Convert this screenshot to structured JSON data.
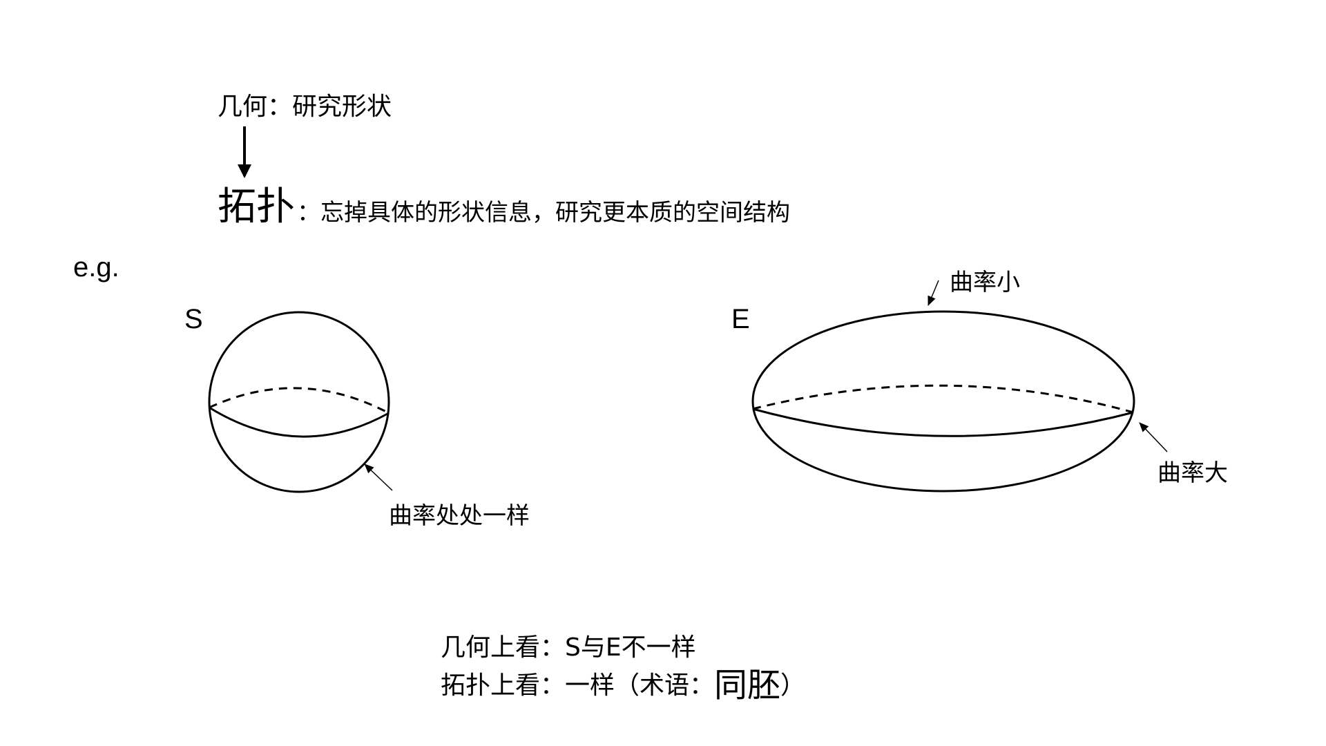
{
  "header": {
    "geometry_line": "几何：研究形状",
    "topology_term": "拓扑",
    "topology_desc": "：忘掉具体的形状信息，研究更本质的空间结构"
  },
  "example_label": "e.g.",
  "sphere": {
    "label": "S",
    "curvature_note": "曲率处处一样"
  },
  "ellipsoid": {
    "label": "E",
    "low_curvature_note": "曲率小",
    "high_curvature_note": "曲率大"
  },
  "conclusion": {
    "geometry_view": "几何上看：S与E不一样",
    "topology_view_prefix": "拓扑上看：一样（术语：",
    "term": "同胚",
    "topology_view_suffix": "）"
  }
}
